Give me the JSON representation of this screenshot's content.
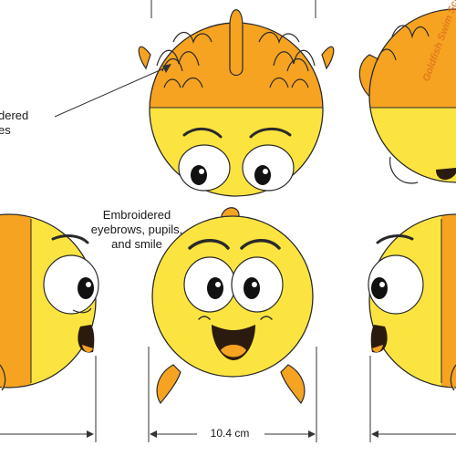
{
  "callouts": {
    "top_partial": "dered\nes",
    "bottom": "Embroidered eyebrows, pupils, and smile"
  },
  "dimension": {
    "label": "10.4 cm"
  },
  "brand_mark": "Goldfish Swim School",
  "colors": {
    "body_yellow": "#FCE440",
    "hair_orange": "#F5A321",
    "fin_orange": "#F5A321",
    "mouth_dark": "#2b1b0f",
    "tongue": "#F5A321",
    "outline": "#2a2a2a",
    "eye_white": "#ffffff",
    "pupil": "#111111"
  },
  "views": [
    "top-view",
    "back-view",
    "left-side-view",
    "front-view",
    "right-side-view"
  ]
}
